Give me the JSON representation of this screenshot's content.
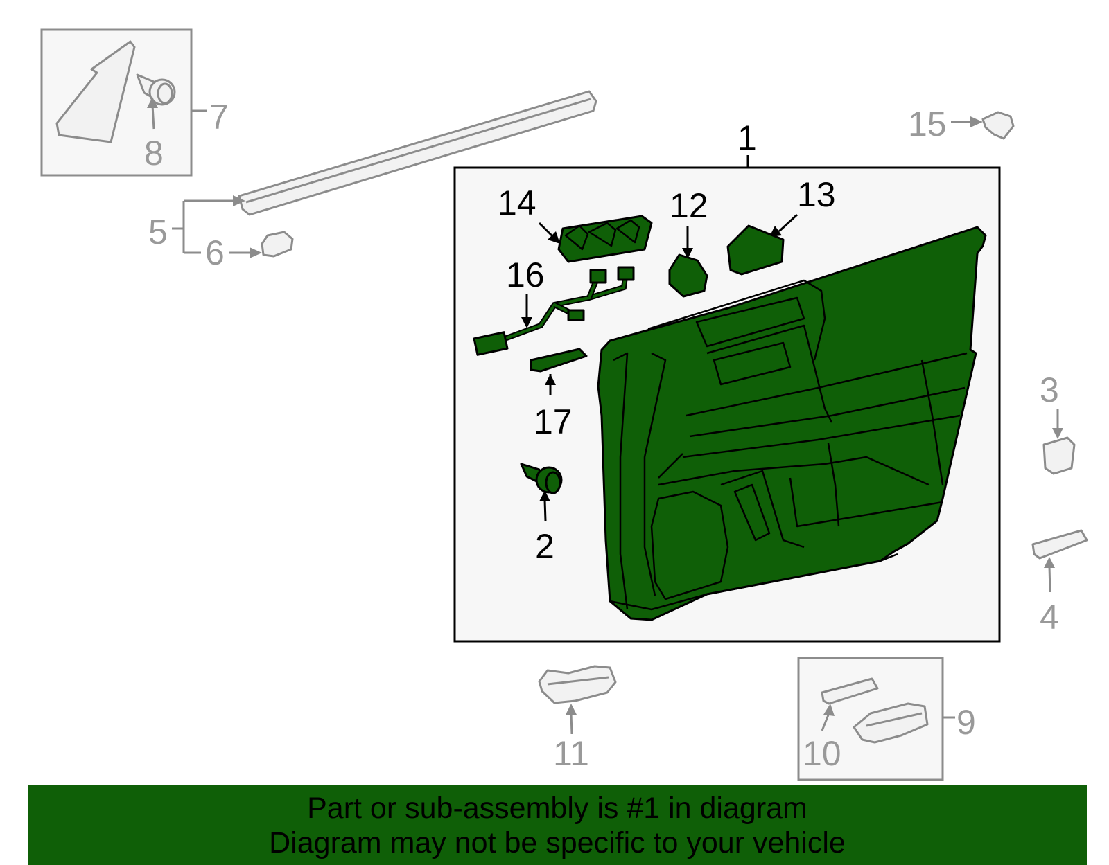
{
  "colors": {
    "highlight": "#0f5f07",
    "muted": "#8c8c8c",
    "outline": "#000000",
    "label_muted": "#999999"
  },
  "labels": {
    "part_1": "1",
    "part_2": "2",
    "part_3": "3",
    "part_4": "4",
    "part_5": "5",
    "part_6": "6",
    "part_7": "7",
    "part_8": "8",
    "part_9": "9",
    "part_10": "10",
    "part_11": "11",
    "part_12": "12",
    "part_13": "13",
    "part_14": "14",
    "part_15": "15",
    "part_16": "16",
    "part_17": "17"
  },
  "banner": {
    "line1": "Part or sub-assembly is #1 in diagram",
    "line2": "Diagram may not be specific to your vehicle"
  }
}
